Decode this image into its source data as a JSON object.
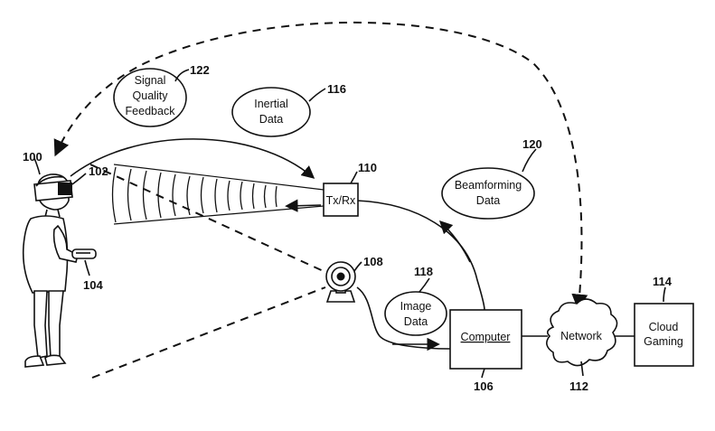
{
  "bubbles": {
    "signal_quality": [
      "Signal",
      "Quality",
      "Feedback"
    ],
    "inertial": [
      "Inertial",
      "Data"
    ],
    "beamforming": [
      "Beamforming",
      "Data"
    ],
    "image": [
      "Image",
      "Data"
    ]
  },
  "boxes": {
    "txrx": "Tx/Rx",
    "computer": "Computer",
    "network": "Network",
    "cloud_gaming": [
      "Cloud",
      "Gaming"
    ]
  },
  "refs": {
    "user": "100",
    "hmd": "102",
    "controller": "104",
    "computer": "106",
    "camera": "108",
    "txrx": "110",
    "network": "112",
    "cloud": "114",
    "inertial": "116",
    "image": "118",
    "beamforming": "120",
    "signal_quality": "122"
  }
}
